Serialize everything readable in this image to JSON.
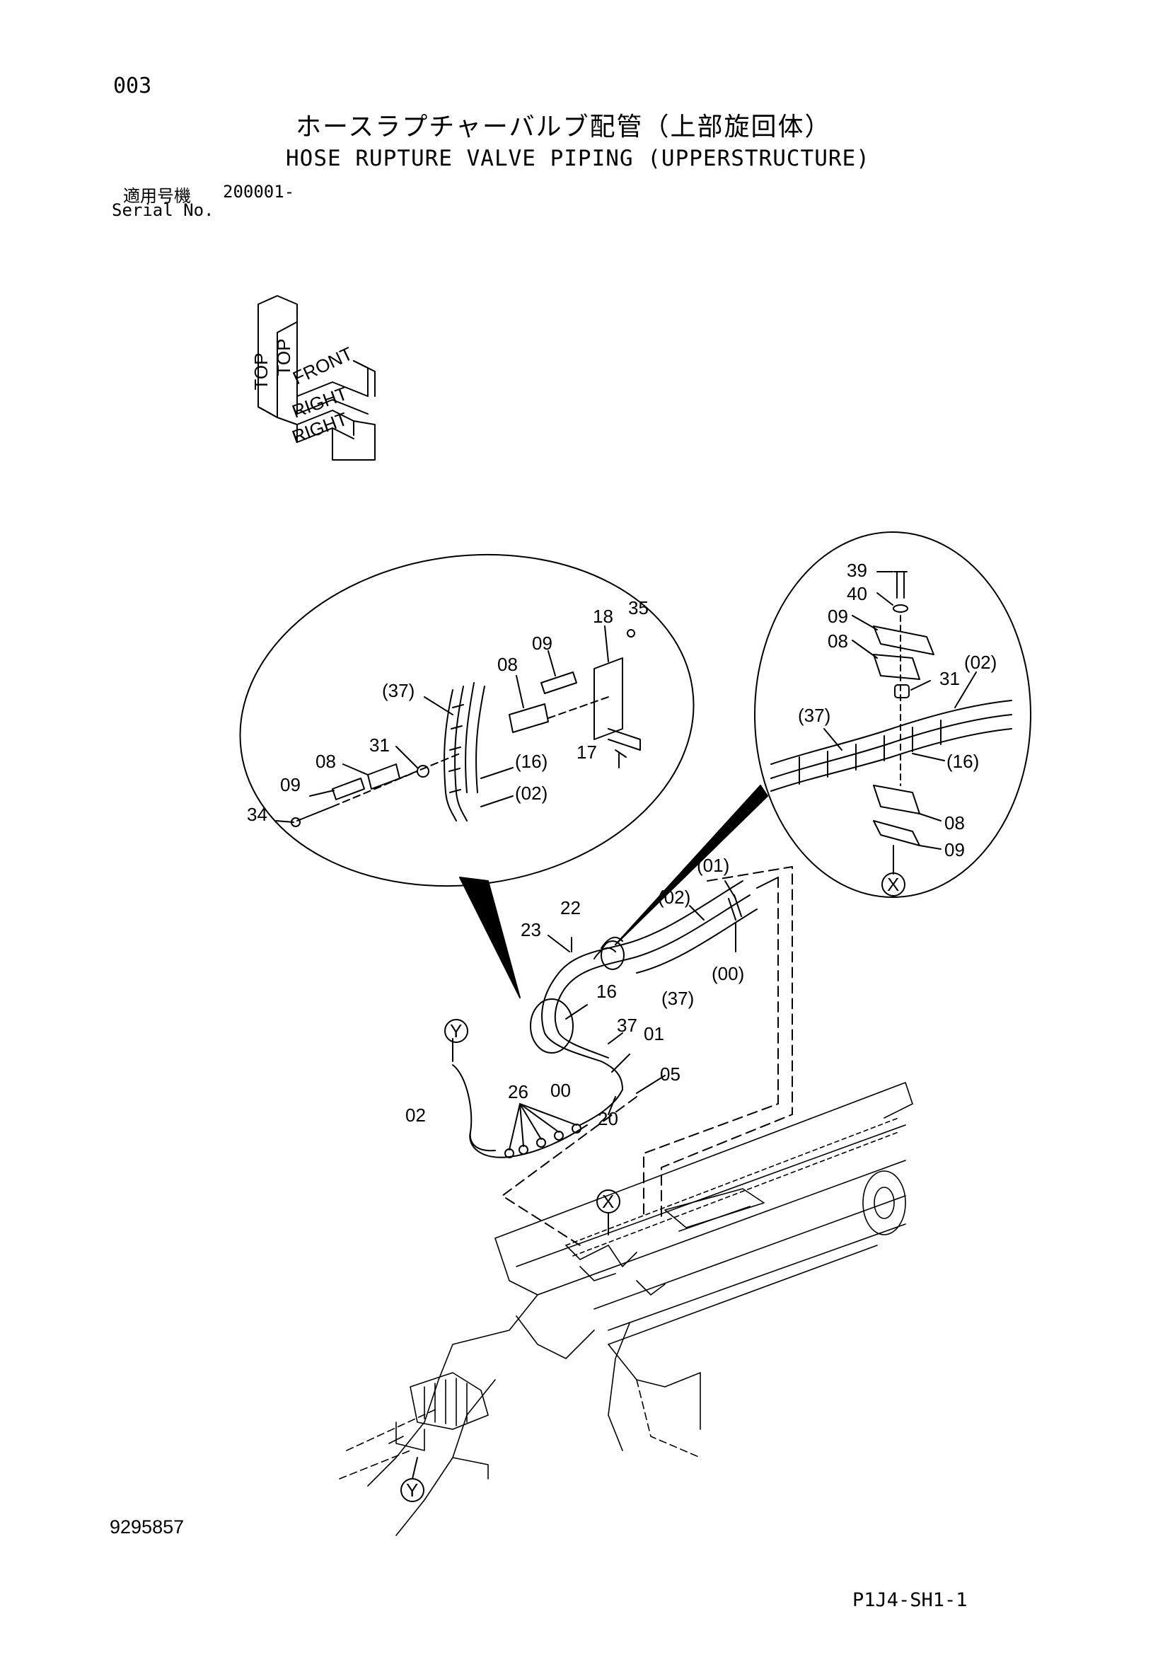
{
  "header": {
    "page_number": "003",
    "title_jp": "ホースラプチャーバルブ配管（上部旋回体）",
    "title_en": "HOSE RUPTURE VALVE PIPING (UPPERSTRUCTURE)",
    "serial_label_jp": "適用号機",
    "serial_value": "200001-",
    "serial_label_en": "Serial No."
  },
  "orientation": {
    "top": "TOP",
    "front": "FRONT",
    "right": "RIGHT"
  },
  "callouts": {
    "left_detail": [
      "18",
      "35",
      "09",
      "08",
      "(37)",
      "31",
      "17",
      "(16)",
      "08",
      "09",
      "(02)",
      "34"
    ],
    "right_detail": [
      "39",
      "40",
      "09",
      "08",
      "31",
      "(02)",
      "(37)",
      "(16)",
      "08",
      "09"
    ],
    "main": [
      "(01)",
      "(02)",
      "22",
      "23",
      "(00)",
      "16",
      "(37)",
      "37",
      "01",
      "00",
      "05",
      "26",
      "02",
      "20"
    ],
    "markers": [
      "Y",
      "X",
      "X",
      "Y"
    ]
  },
  "footer": {
    "document_number": "9295857",
    "sheet_code": "P1J4-SH1-1"
  }
}
